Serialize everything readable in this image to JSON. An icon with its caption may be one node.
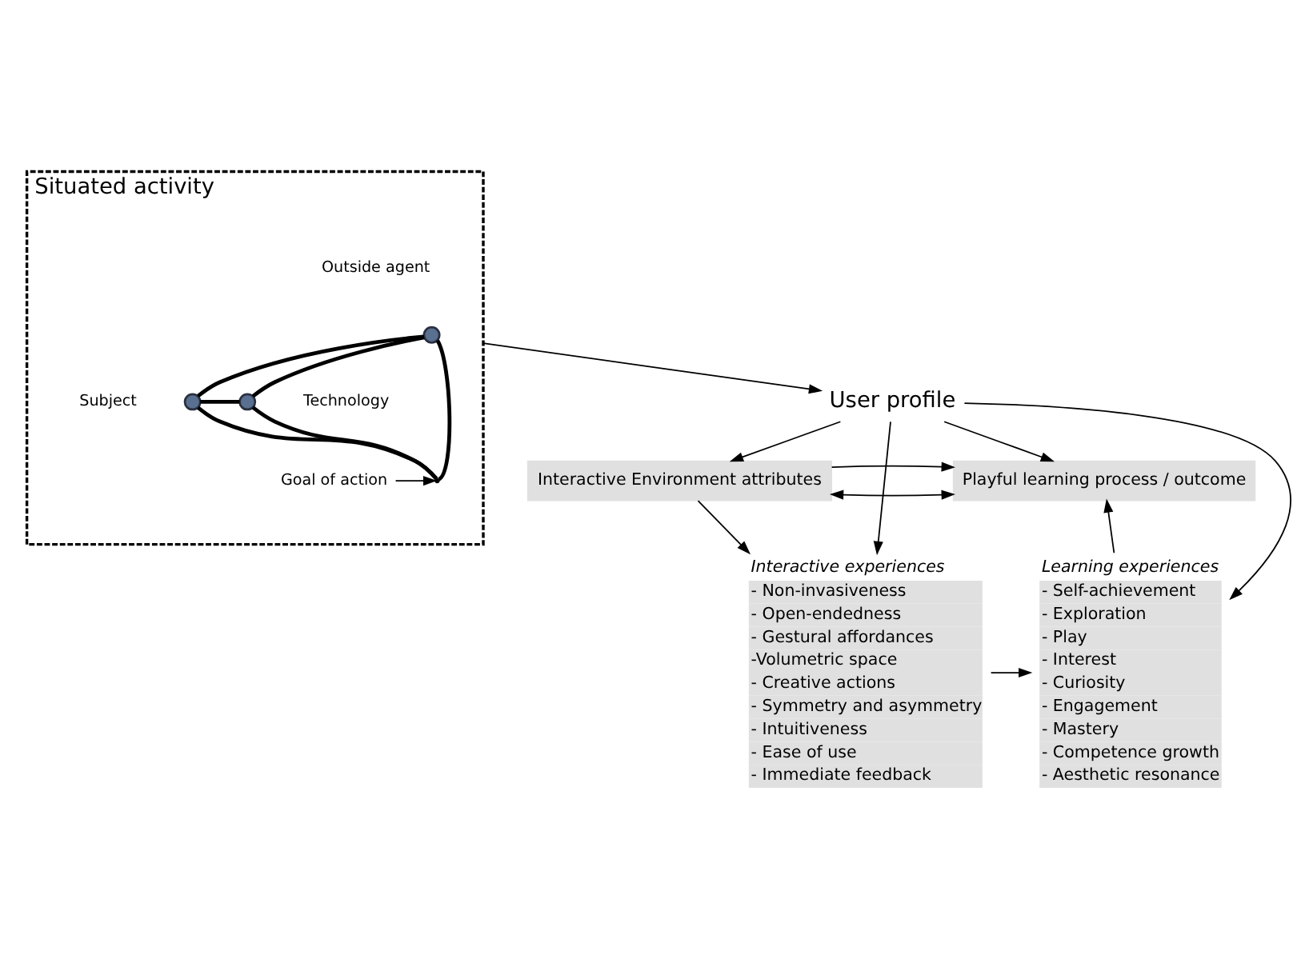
{
  "diagram": {
    "nodes": [
      {
        "text": [
          "Situated activity"
        ]
      },
      {
        "text": [],
        "shape": "circle",
        "beside": [
          "Outside agent"
        ],
        "in": 0
      },
      {
        "text": [
          "Goal of action"
        ],
        "in": 0
      },
      {
        "text": [],
        "shape": "point",
        "in": 0
      },
      {
        "text": [],
        "shape": "circle",
        "beside": [
          "Subject"
        ],
        "in": 0
      },
      {
        "text": [],
        "shape": "circle",
        "beside": [
          "Technology"
        ],
        "in": 0
      },
      {
        "text": [
          "Interactive Environment attributes"
        ]
      },
      {
        "text": [
          "Playful learning process / outcome"
        ]
      },
      {
        "text": [
          "User profile"
        ]
      },
      {
        "text": [
          "Interactive experiences",
          "- Non-invasiveness",
          "- Open-endedness",
          "- Gestural affordances",
          "-Volumetric space",
          "- Creative actions",
          "- Symmetry and asymmetry",
          "- Intuitiveness",
          "- Ease of use",
          "- Immediate feedback"
        ]
      },
      {
        "text": [
          "Learning experiences",
          "- Self-achievement",
          "- Exploration",
          "- Play",
          "- Interest",
          "- Curiosity",
          "- Engagement",
          "- Mastery",
          "- Competence growth",
          "- Aesthetic resonance"
        ]
      }
    ],
    "edges": [
      {
        "from": 1,
        "to": 4,
        "arrow": "none",
        "style": "thick"
      },
      {
        "from": 1,
        "to": 5,
        "arrow": "none",
        "style": "thick"
      },
      {
        "from": 1,
        "to": 3,
        "arrow": "none",
        "style": "thick"
      },
      {
        "from": 2,
        "to": 3,
        "arrow": "to"
      },
      {
        "from": 4,
        "to": 3,
        "arrow": "none",
        "style": "thick"
      },
      {
        "from": 5,
        "to": 3,
        "arrow": "none",
        "style": "thick"
      },
      {
        "from": 4,
        "to": 5,
        "arrow": "none",
        "style": "thick"
      },
      {
        "from": 0,
        "to": 8,
        "arrow": "to"
      },
      {
        "from": 6,
        "to": 7,
        "arrow": "both"
      },
      {
        "from": 8,
        "to": 6,
        "arrow": "to"
      },
      {
        "from": 8,
        "to": 7,
        "arrow": "to"
      },
      {
        "from": 8,
        "to": 9,
        "arrow": "to"
      },
      {
        "from": 8,
        "to": 10,
        "arrow": "to"
      },
      {
        "from": 6,
        "to": 9,
        "arrow": "to"
      },
      {
        "from": 9,
        "to": 10,
        "arrow": "to"
      },
      {
        "from": 10,
        "to": 7,
        "arrow": "to"
      },
      {
        "from": 6,
        "to": 7,
        "arrow": "to"
      }
    ]
  }
}
